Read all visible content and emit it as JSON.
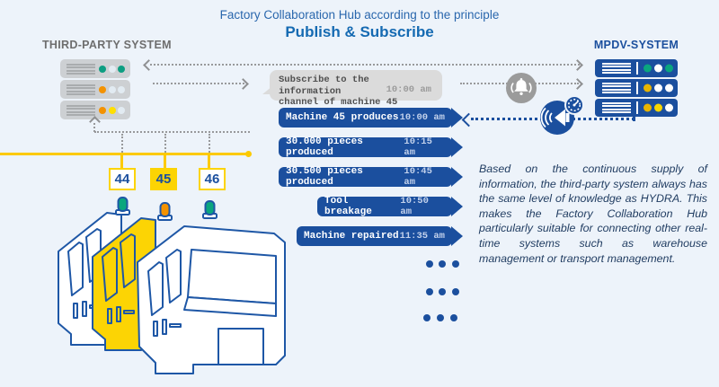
{
  "title": {
    "line1": "Factory Collaboration Hub according to the principle",
    "line2": "Publish & Subscribe"
  },
  "third_party": {
    "label": "THIRD-PARTY SYSTEM",
    "servers": [
      {
        "leds": [
          "#0d9e82",
          "#e2ebf2",
          "#0d9e82"
        ]
      },
      {
        "leds": [
          "#f39200",
          "#e2ebf2",
          "#e2ebf2"
        ]
      },
      {
        "leds": [
          "#f39200",
          "#ffdf00",
          "#e2ebf2"
        ]
      }
    ]
  },
  "mpdv": {
    "label": "MPDV-SYSTEM",
    "servers": [
      {
        "leds": [
          "#0aa67e",
          "#ffffff",
          "#0aa67e"
        ]
      },
      {
        "leds": [
          "#e8b400",
          "#ffffff",
          "#ffffff"
        ]
      },
      {
        "leds": [
          "#e8b400",
          "#f7d600",
          "#ffffff"
        ]
      }
    ]
  },
  "subscription": {
    "line1": "Subscribe to the information",
    "line2": "channel of machine 45",
    "time": "10:00 am"
  },
  "messages": [
    {
      "text": "Machine 45 produces",
      "time": "10:00 am"
    },
    {
      "text": "30.000 pieces produced",
      "time": "10:15 am"
    },
    {
      "text": "30.500 pieces produced",
      "time": "10:45 am"
    },
    {
      "text": "Tool breakage",
      "time": "10:50 am"
    },
    {
      "text": "Machine repaired",
      "time": "11:35 am"
    }
  ],
  "machine_labels": [
    {
      "id": "44",
      "highlighted": false
    },
    {
      "id": "45",
      "highlighted": true
    },
    {
      "id": "46",
      "highlighted": false
    }
  ],
  "description": "Based on the continuous supply of information, the third-party system always has the same level of knowledge as HYDRA. This makes the Factory Collaboration Hub particularly suitable for connecting other real-time systems such as warehouse management or transport management.",
  "icons": {
    "bell": "notification-bell-icon",
    "megaphone": "publish-megaphone-icon",
    "beacons": [
      "teal-beacon",
      "orange-beacon",
      "teal-beacon"
    ]
  },
  "colors": {
    "brand_blue": "#1b4f9e",
    "accent_yellow": "#fcd404",
    "teal": "#0d9e82",
    "orange": "#f39200",
    "background": "#edf3fa"
  }
}
